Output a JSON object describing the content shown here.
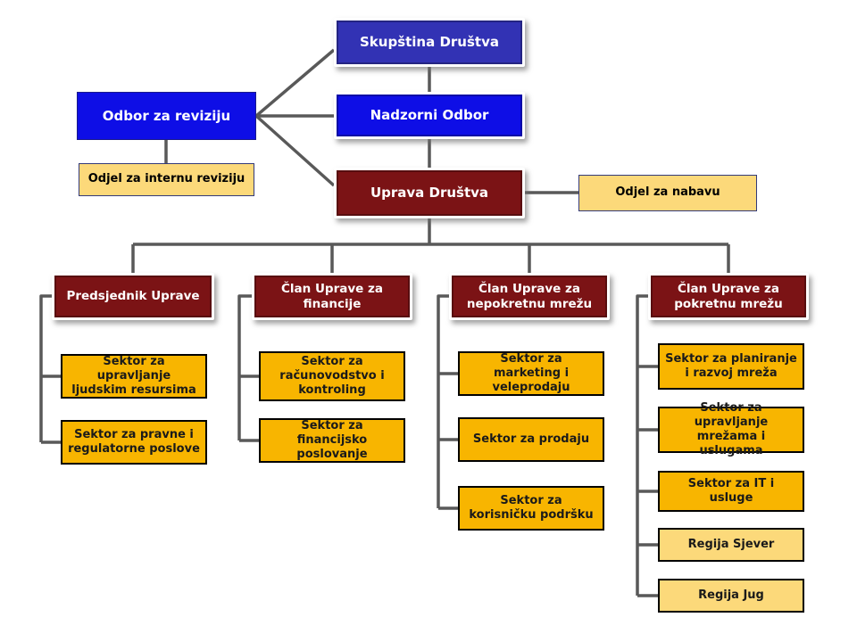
{
  "chart_data": {
    "type": "org-chart",
    "title": "",
    "nodes": {
      "skupstina": {
        "label": "Skupština Društva"
      },
      "nadzorni": {
        "label": "Nadzorni Odbor"
      },
      "odbor_revizija": {
        "label": "Odbor za reviziju"
      },
      "odjel_interna_revizija": {
        "label": "Odjel za internu reviziju"
      },
      "uprava": {
        "label": "Uprava Društva"
      },
      "odjel_nabava": {
        "label": "Odjel za nabavu"
      }
    },
    "branches": [
      {
        "label": "Predsjednik Uprave",
        "children": [
          "Sektor za upravljanje ljudskim resursima",
          "Sektor za pravne i regulatorne poslove"
        ]
      },
      {
        "label": "Član Uprave za financije",
        "children": [
          "Sektor za računovodstvo i kontroling",
          "Sektor za financijsko poslovanje"
        ]
      },
      {
        "label": "Član Uprave za nepokretnu mrežu",
        "children": [
          "Sektor za marketing i veleprodaju",
          "Sektor za prodaju",
          "Sektor za korisničku podršku"
        ]
      },
      {
        "label": "Član Uprave za pokretnu mrežu",
        "children": [
          "Sektor za planiranje i razvoj mreža",
          "Sektor za upravljanje mrežama i uslugama",
          "Sektor za IT i usluge",
          "Regija Sjever",
          "Regija Jug"
        ]
      }
    ],
    "hierarchy_notes": {
      "odbor_revizija_links_to": [
        "Skupština Društva",
        "Nadzorni Odbor",
        "Uprava Društva"
      ],
      "odbor_revizija_child": "Odjel za internu reviziju",
      "uprava_side_child": "Odjel za nabavu",
      "uprava_children": [
        "Predsjednik Uprave",
        "Član Uprave za financije",
        "Član Uprave za nepokretnu mrežu",
        "Član Uprave za pokretnu mrežu"
      ]
    }
  },
  "colors": {
    "indigo": "#3232B4",
    "blue": "#0E0EE6",
    "maroon": "#7B1315",
    "amber": "#F8B500",
    "paleyellow": "#FCD97A",
    "line": "#595959"
  }
}
